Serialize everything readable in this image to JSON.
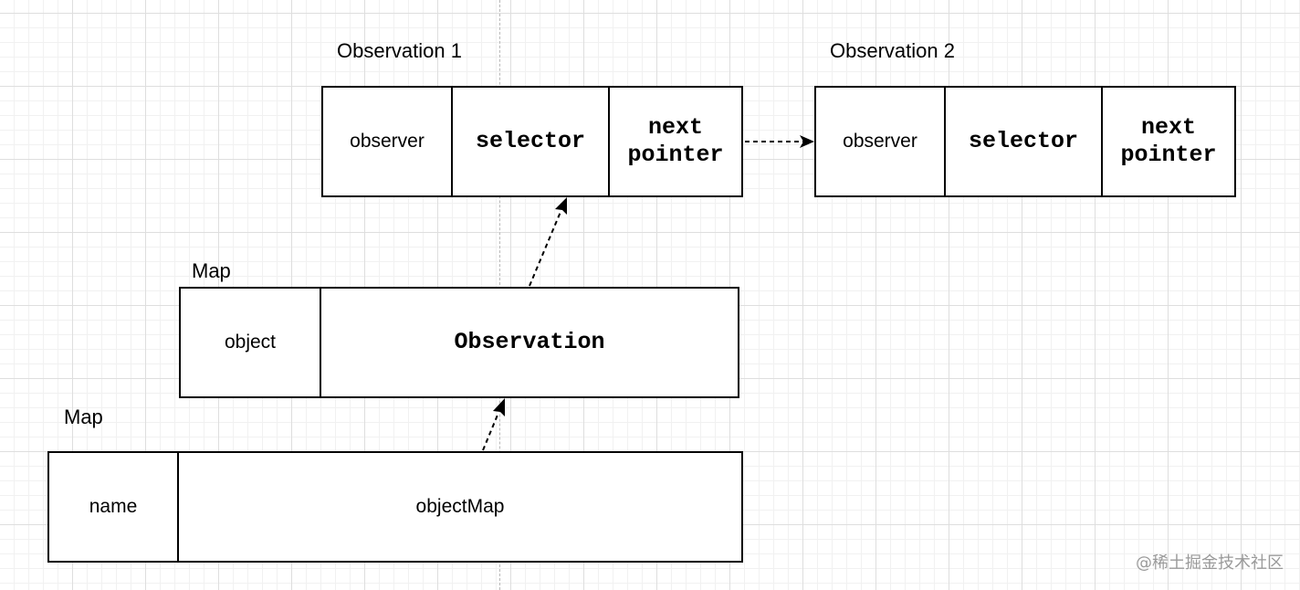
{
  "observation1": {
    "title": "Observation 1",
    "cells": [
      "observer",
      "selector",
      "next\npointer"
    ]
  },
  "observation2": {
    "title": "Observation 2",
    "cells": [
      "observer",
      "selector",
      "next\npointer"
    ]
  },
  "object_map_table": {
    "title": "Map",
    "cells": [
      "object",
      "Observation"
    ]
  },
  "name_map_table": {
    "title": "Map",
    "cells": [
      "name",
      "objectMap"
    ]
  },
  "watermark": "@稀土掘金技术社区"
}
